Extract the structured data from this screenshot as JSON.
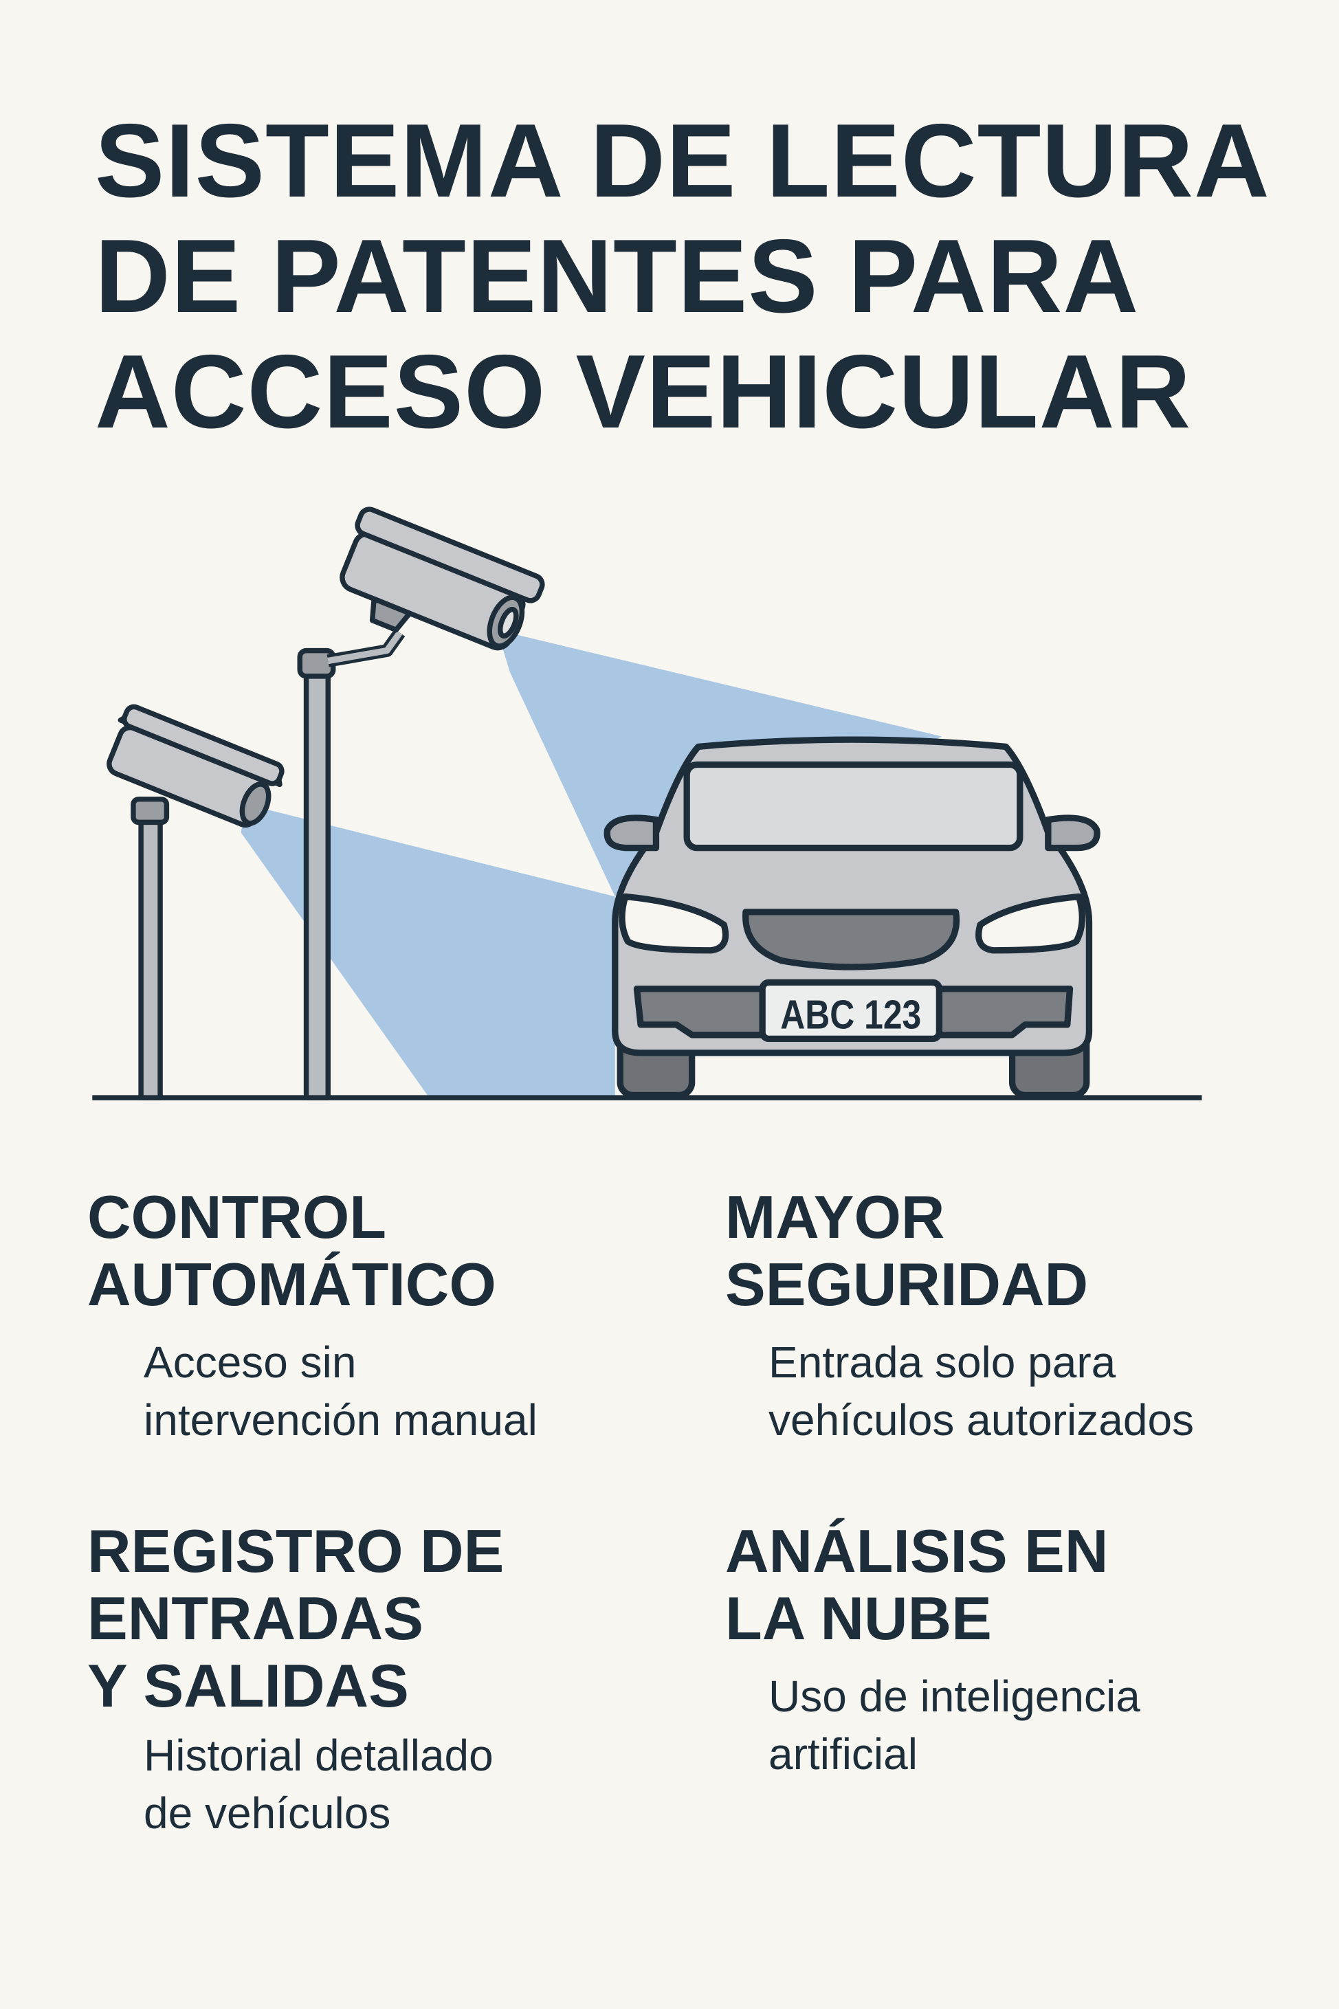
{
  "title": {
    "lines": [
      "SISTEMA DE LECTURA",
      "DE PATENTES PARA",
      "ACCESO VEHICULAR"
    ]
  },
  "illustration": {
    "plate_text": "ABC 123",
    "colors": {
      "ink": "#1e2d3a",
      "beam": "#a9c6e3",
      "car": "#c6c8cb",
      "dark_grey": "#7b7e82",
      "background": "#f7f6f0"
    }
  },
  "features": [
    {
      "title_lines": [
        "CONTROL",
        "AUTOMÁTICO"
      ],
      "desc_lines": [
        "Acceso sin",
        "intervención manual"
      ]
    },
    {
      "title_lines": [
        "MAYOR",
        "SEGURIDAD"
      ],
      "desc_lines": [
        "Entrada solo para",
        "vehículos autorizados"
      ]
    },
    {
      "title_lines": [
        "REGISTRO DE",
        "ENTRADAS",
        "Y SALIDAS"
      ],
      "desc_lines": [
        "Historial detallado",
        "de vehículos"
      ]
    },
    {
      "title_lines": [
        "ANÁLISIS EN",
        "LA NUBE"
      ],
      "desc_lines": [
        "Uso de inteligencia",
        "artificial"
      ]
    }
  ]
}
